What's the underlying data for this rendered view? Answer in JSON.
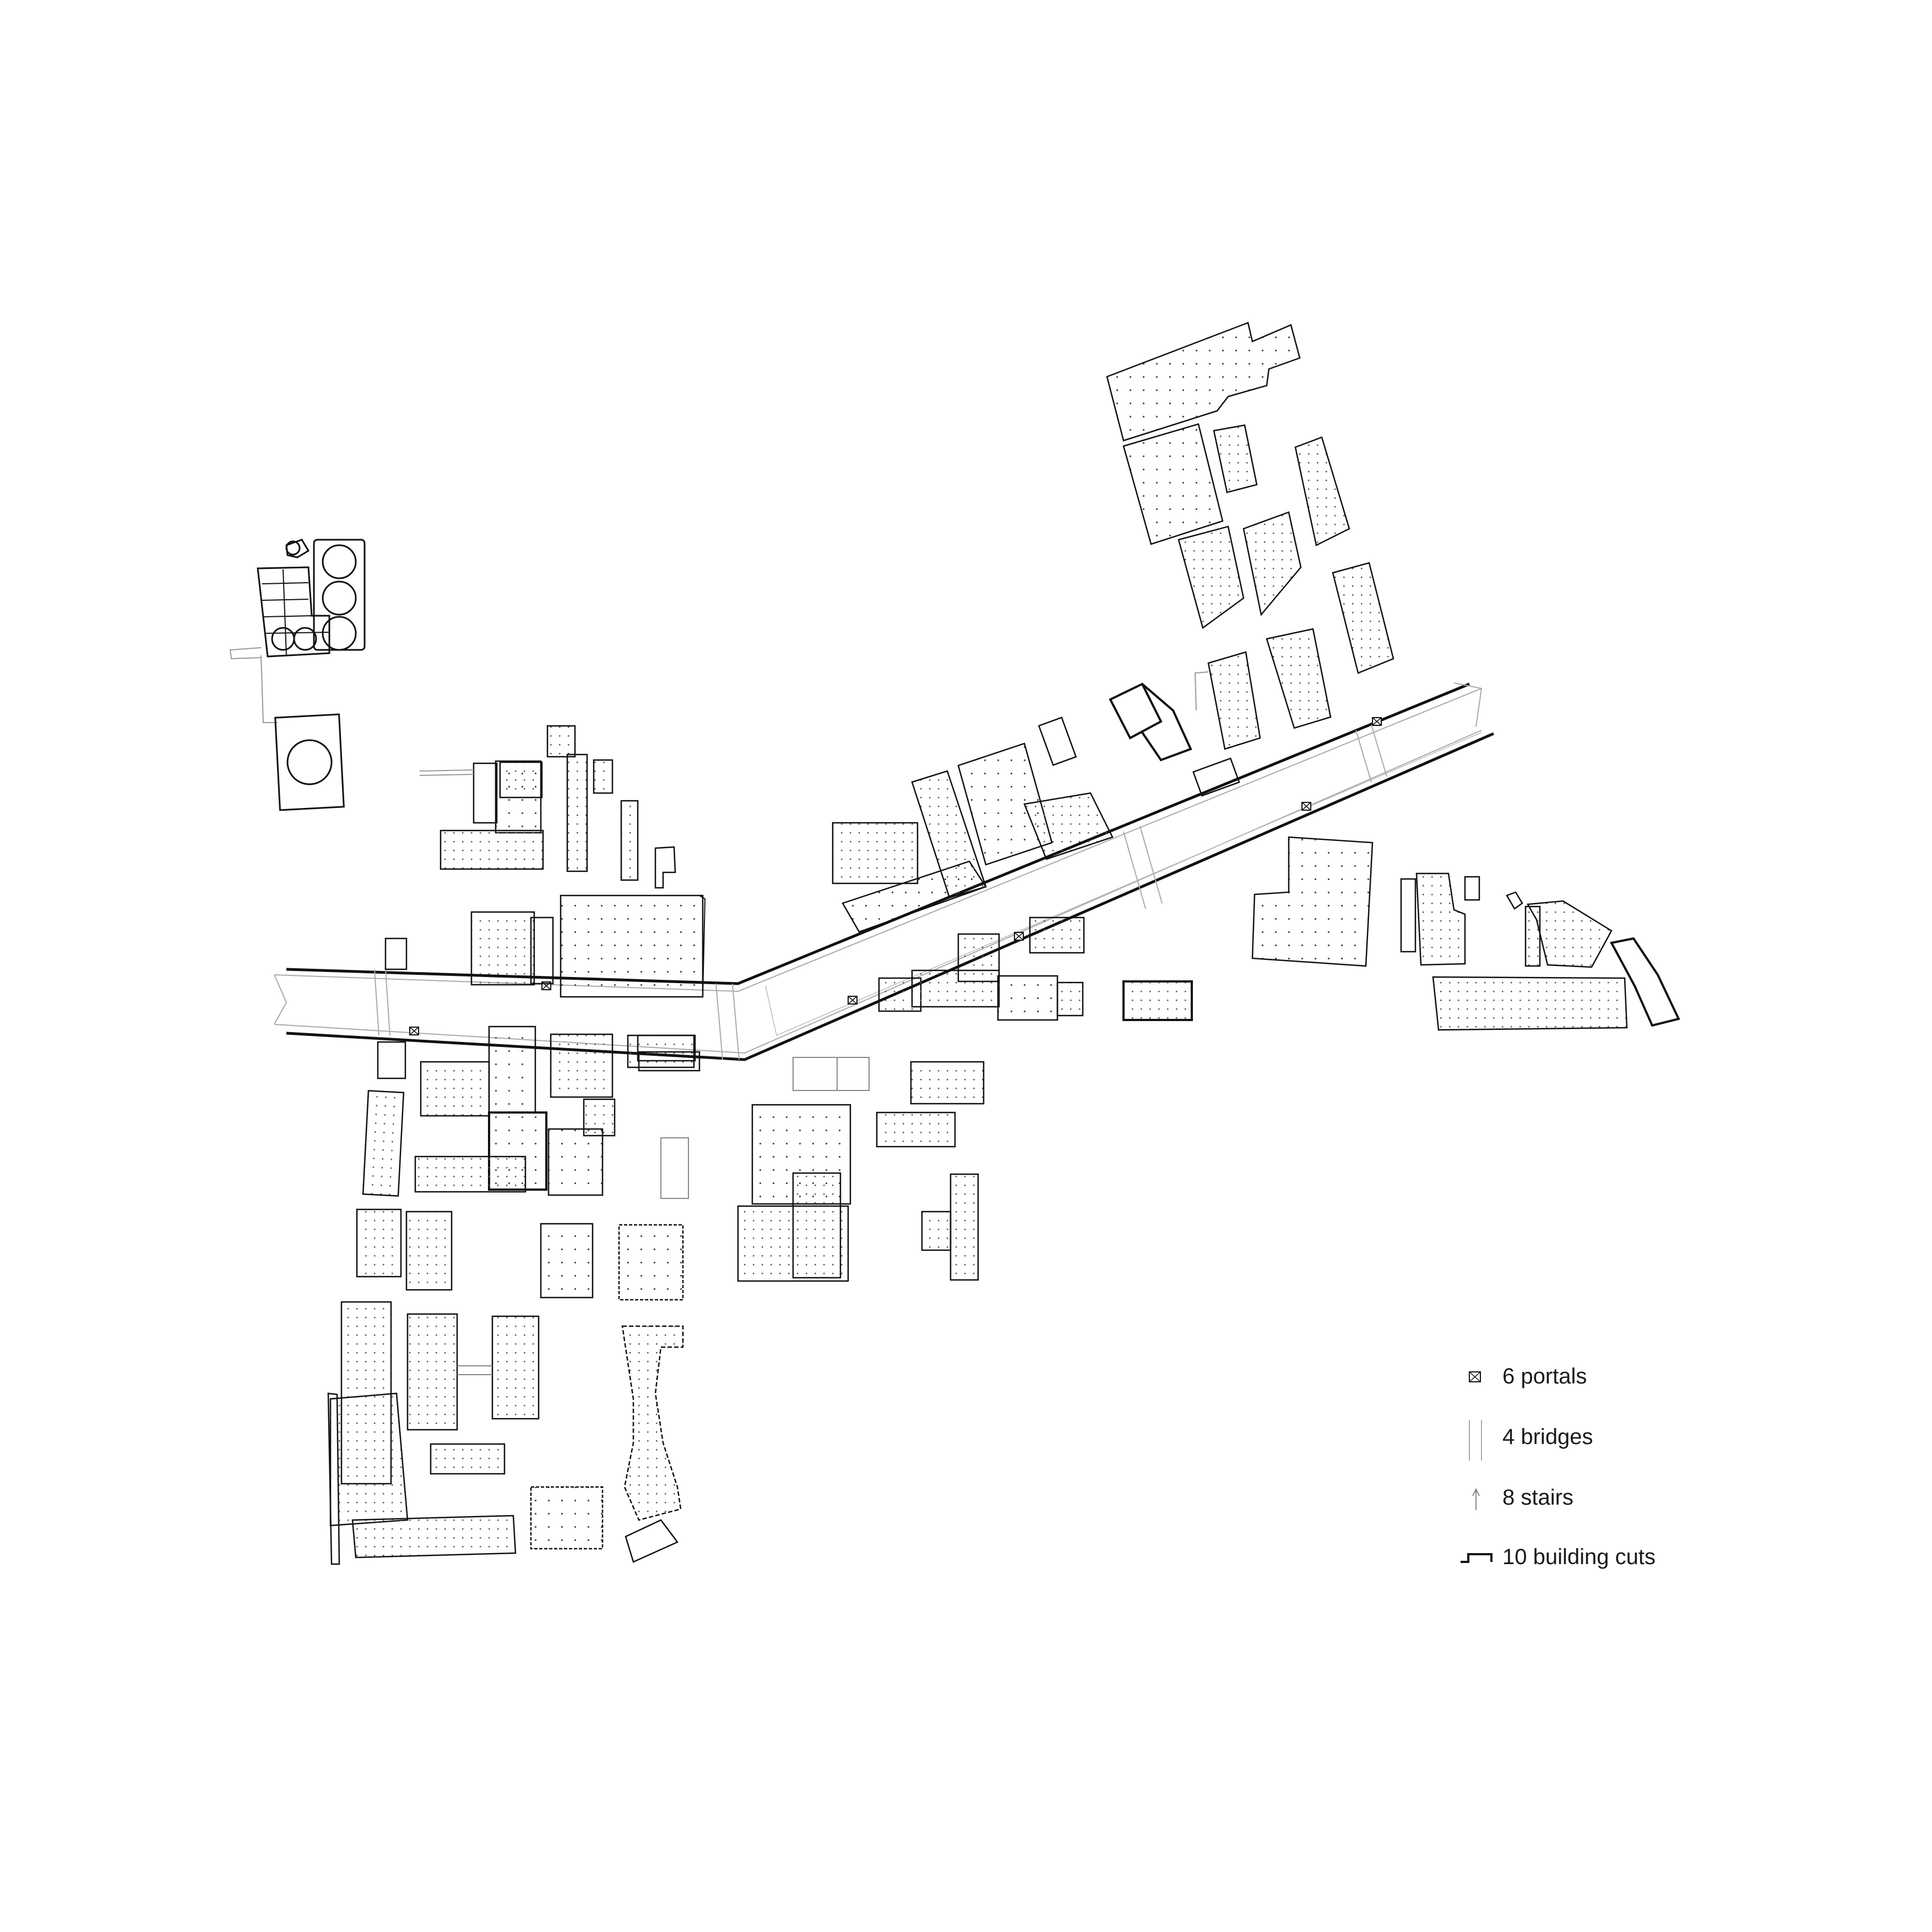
{
  "legend": {
    "portals": {
      "label": "6 portals",
      "icon": "portal-icon"
    },
    "bridges": {
      "label": "4 bridges",
      "icon": "bridge-icon"
    },
    "stairs": {
      "label": "8 stairs",
      "icon": "stair-arrow-icon"
    },
    "cuts": {
      "label": "10 building cuts",
      "icon": "building-cut-icon"
    }
  },
  "colors": {
    "background": "#ffffff",
    "ink": "#111111",
    "light_ink": "#9a9a9a"
  }
}
